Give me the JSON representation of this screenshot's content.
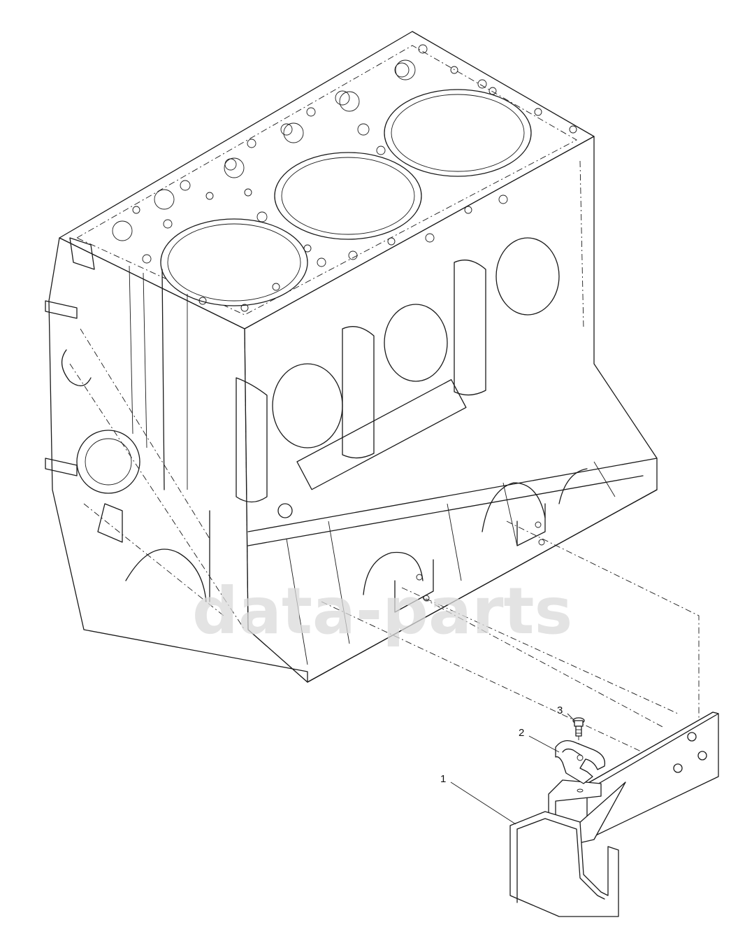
{
  "watermark": {
    "text": "data-parts",
    "color": "#d9d9d9"
  },
  "callouts": [
    {
      "number": "1",
      "part": "bracket"
    },
    {
      "number": "2",
      "part": "clip"
    },
    {
      "number": "3",
      "part": "bolt"
    }
  ],
  "colors": {
    "line": "#1a1a1a",
    "background": "#ffffff",
    "watermark": "#d9d9d9"
  }
}
